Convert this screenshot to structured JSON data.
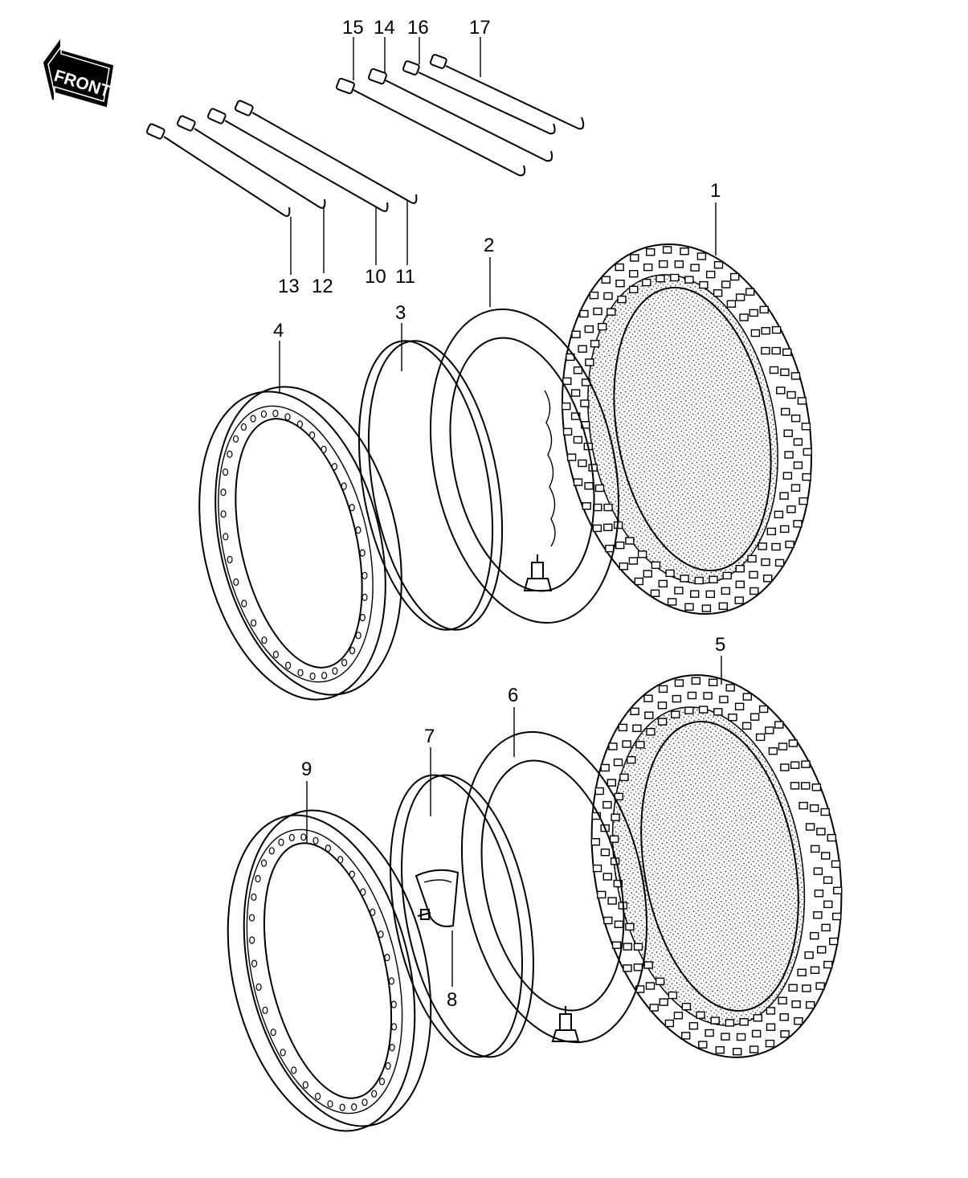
{
  "direction_marker": {
    "label": "FRONT"
  },
  "callouts": [
    {
      "id": "1",
      "label": "1"
    },
    {
      "id": "2",
      "label": "2"
    },
    {
      "id": "3",
      "label": "3"
    },
    {
      "id": "4",
      "label": "4"
    },
    {
      "id": "5",
      "label": "5"
    },
    {
      "id": "6",
      "label": "6"
    },
    {
      "id": "7",
      "label": "7"
    },
    {
      "id": "8",
      "label": "8"
    },
    {
      "id": "9",
      "label": "9"
    },
    {
      "id": "10",
      "label": "10"
    },
    {
      "id": "11",
      "label": "11"
    },
    {
      "id": "12",
      "label": "12"
    },
    {
      "id": "13",
      "label": "13"
    },
    {
      "id": "14",
      "label": "14"
    },
    {
      "id": "15",
      "label": "15"
    },
    {
      "id": "16",
      "label": "16"
    },
    {
      "id": "17",
      "label": "17"
    }
  ],
  "colors": {
    "ink": "#000000",
    "paper": "#ffffff"
  }
}
